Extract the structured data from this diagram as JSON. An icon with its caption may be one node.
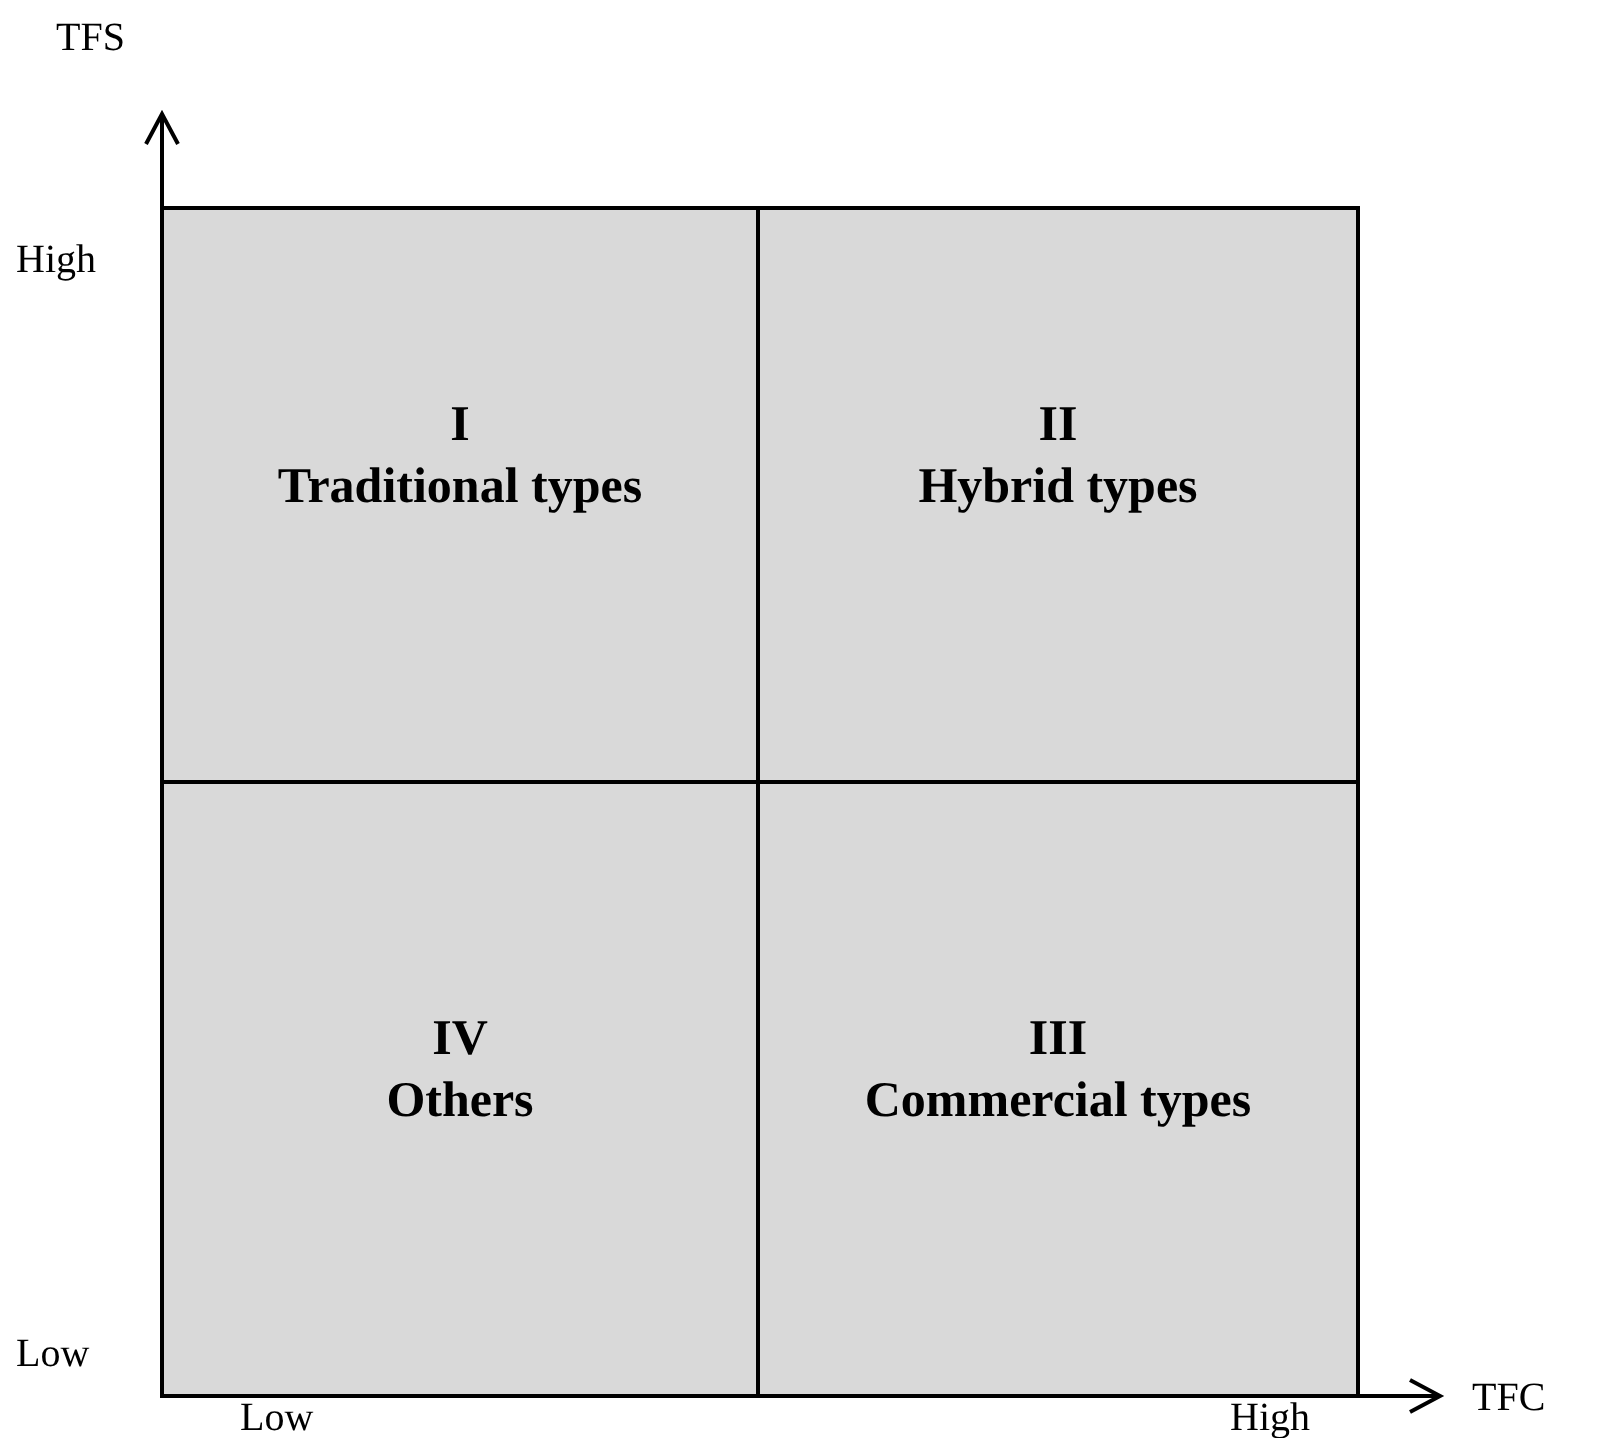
{
  "diagram": {
    "nodes": [
      {
        "text": [
          "I",
          "Traditional types"
        ]
      },
      {
        "text": [
          "II",
          "Hybrid types"
        ]
      },
      {
        "text": [
          "IV",
          "Others"
        ]
      },
      {
        "text": [
          "III",
          "Commercial types"
        ]
      }
    ],
    "labels": [
      "TFS",
      "High",
      "Low",
      "Low",
      "High",
      "TFC"
    ]
  }
}
